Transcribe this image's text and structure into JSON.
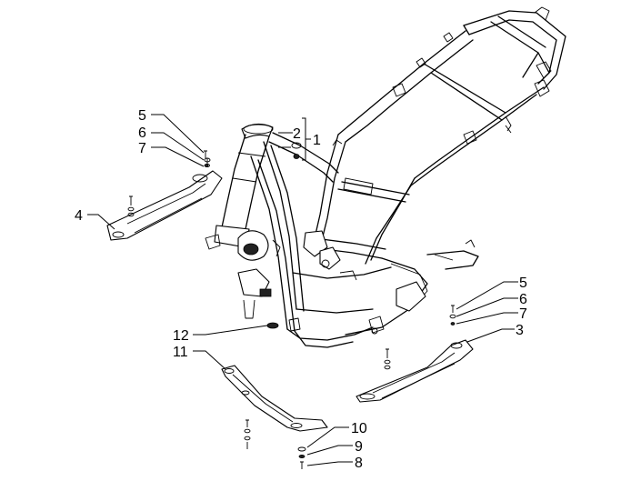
{
  "diagram": {
    "callouts": [
      {
        "id": "c-5-left",
        "text": "5"
      },
      {
        "id": "c-6-left",
        "text": "6"
      },
      {
        "id": "c-7-left",
        "text": "7"
      },
      {
        "id": "c-2",
        "text": "2"
      },
      {
        "id": "c-1",
        "text": "1"
      },
      {
        "id": "c-4",
        "text": "4"
      },
      {
        "id": "c-5-right",
        "text": "5"
      },
      {
        "id": "c-6-right",
        "text": "6"
      },
      {
        "id": "c-7-right",
        "text": "7"
      },
      {
        "id": "c-3",
        "text": "3"
      },
      {
        "id": "c-12",
        "text": "12"
      },
      {
        "id": "c-11",
        "text": "11"
      },
      {
        "id": "c-10",
        "text": "10"
      },
      {
        "id": "c-9",
        "text": "9"
      },
      {
        "id": "c-8",
        "text": "8"
      }
    ]
  }
}
